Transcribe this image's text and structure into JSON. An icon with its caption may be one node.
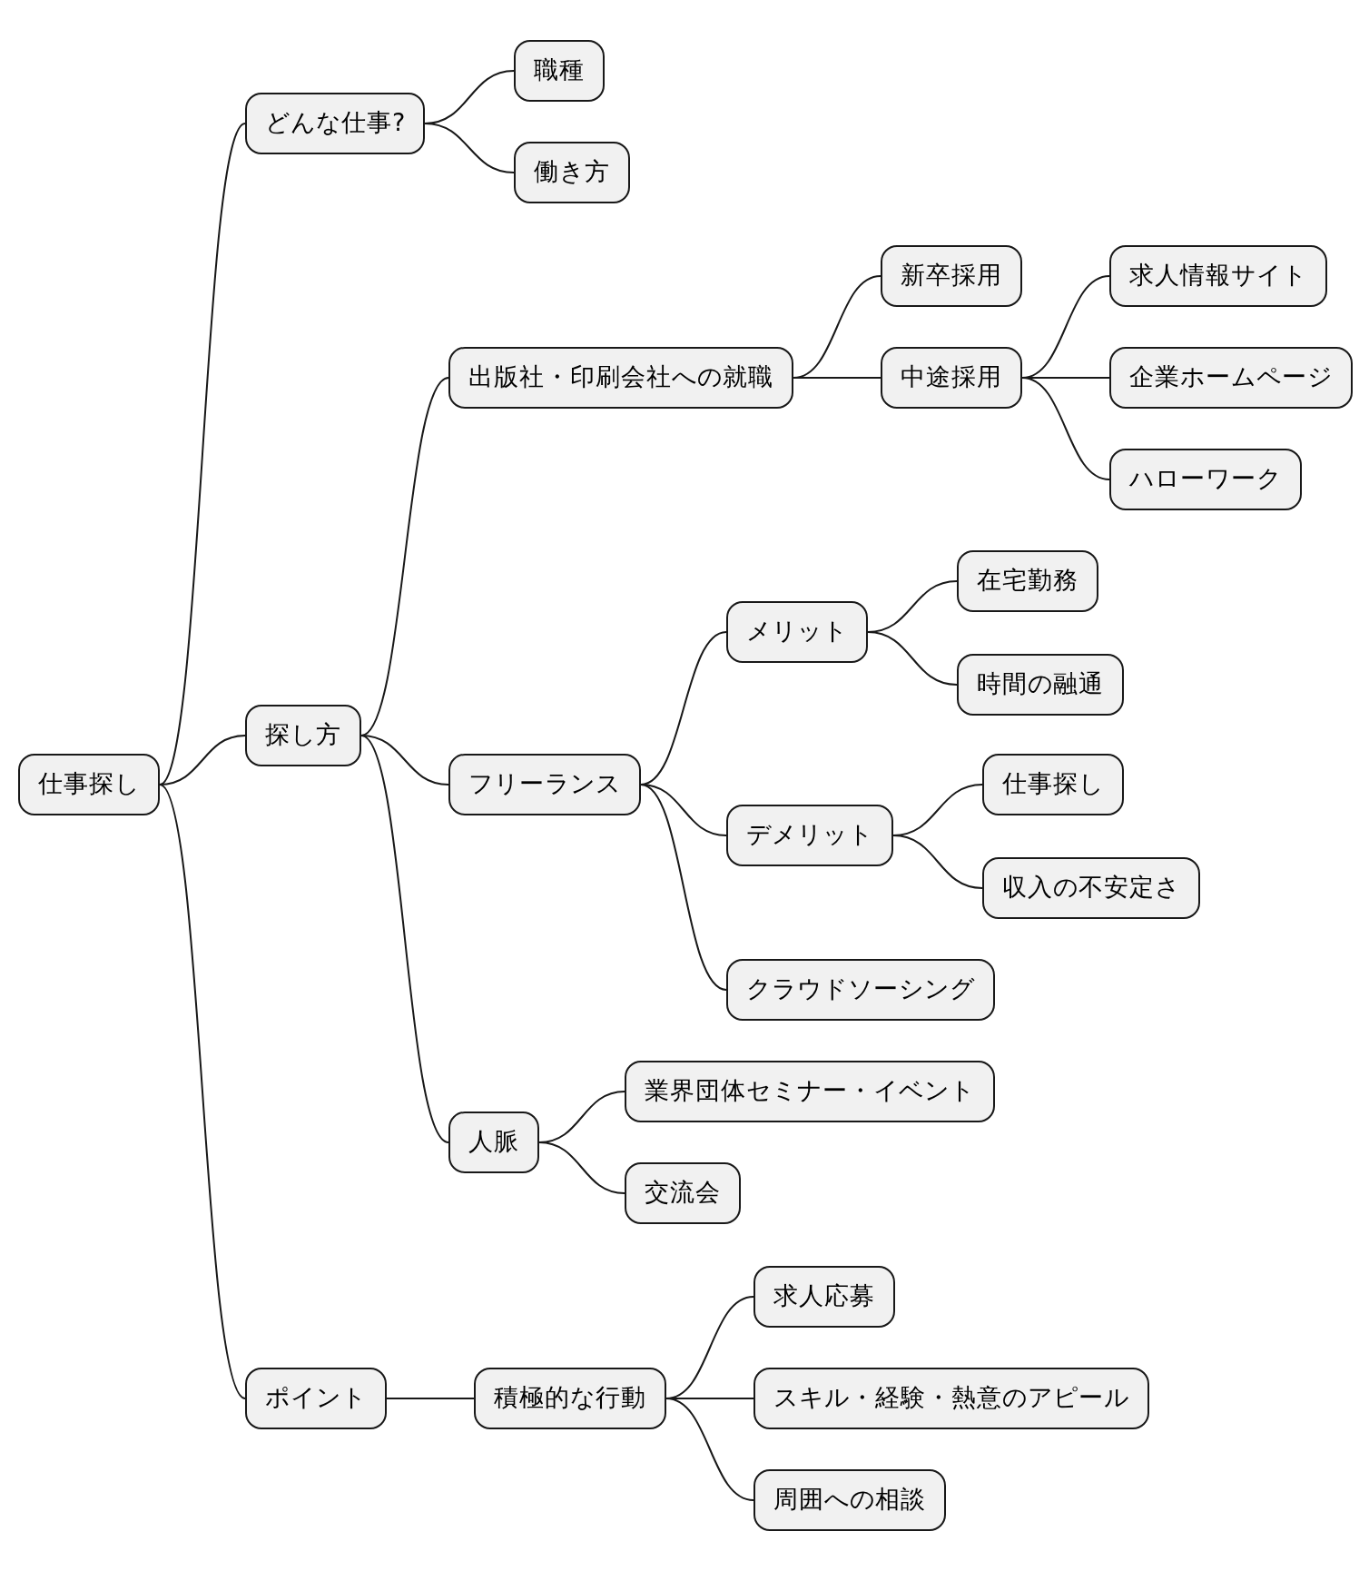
{
  "diagram": {
    "nodes": [
      {
        "text": [
          "仕事探し"
        ]
      },
      {
        "text": [
          "どんな仕事?"
        ]
      },
      {
        "text": [
          "職種"
        ]
      },
      {
        "text": [
          "働き方"
        ]
      },
      {
        "text": [
          "探し方"
        ]
      },
      {
        "text": [
          "出版社・印刷会社への就職"
        ]
      },
      {
        "text": [
          "新卒採用"
        ]
      },
      {
        "text": [
          "中途採用"
        ]
      },
      {
        "text": [
          "求人情報サイト"
        ]
      },
      {
        "text": [
          "企業ホームページ"
        ]
      },
      {
        "text": [
          "ハローワーク"
        ]
      },
      {
        "text": [
          "フリーランス"
        ]
      },
      {
        "text": [
          "メリット"
        ]
      },
      {
        "text": [
          "在宅勤務"
        ]
      },
      {
        "text": [
          "時間の融通"
        ]
      },
      {
        "text": [
          "デメリット"
        ]
      },
      {
        "text": [
          "仕事探し"
        ]
      },
      {
        "text": [
          "収入の不安定さ"
        ]
      },
      {
        "text": [
          "クラウドソーシング"
        ]
      },
      {
        "text": [
          "人脈"
        ]
      },
      {
        "text": [
          "業界団体セミナー・イベント"
        ]
      },
      {
        "text": [
          "交流会"
        ]
      },
      {
        "text": [
          "ポイント"
        ]
      },
      {
        "text": [
          "積極的な行動"
        ]
      },
      {
        "text": [
          "求人応募"
        ]
      },
      {
        "text": [
          "スキル・経験・熱意のアピール"
        ]
      },
      {
        "text": [
          "周囲への相談"
        ]
      }
    ],
    "edges": [
      {
        "from": 0,
        "to": 1,
        "arrow": "none"
      },
      {
        "from": 0,
        "to": 4,
        "arrow": "none"
      },
      {
        "from": 0,
        "to": 22,
        "arrow": "none"
      },
      {
        "from": 1,
        "to": 2,
        "arrow": "none"
      },
      {
        "from": 1,
        "to": 3,
        "arrow": "none"
      },
      {
        "from": 4,
        "to": 5,
        "arrow": "none"
      },
      {
        "from": 4,
        "to": 11,
        "arrow": "none"
      },
      {
        "from": 4,
        "to": 19,
        "arrow": "none"
      },
      {
        "from": 5,
        "to": 6,
        "arrow": "none"
      },
      {
        "from": 5,
        "to": 7,
        "arrow": "none"
      },
      {
        "from": 7,
        "to": 8,
        "arrow": "none"
      },
      {
        "from": 7,
        "to": 9,
        "arrow": "none"
      },
      {
        "from": 7,
        "to": 10,
        "arrow": "none"
      },
      {
        "from": 11,
        "to": 12,
        "arrow": "none"
      },
      {
        "from": 11,
        "to": 15,
        "arrow": "none"
      },
      {
        "from": 11,
        "to": 18,
        "arrow": "none"
      },
      {
        "from": 12,
        "to": 13,
        "arrow": "none"
      },
      {
        "from": 12,
        "to": 14,
        "arrow": "none"
      },
      {
        "from": 15,
        "to": 16,
        "arrow": "none"
      },
      {
        "from": 15,
        "to": 17,
        "arrow": "none"
      },
      {
        "from": 19,
        "to": 20,
        "arrow": "none"
      },
      {
        "from": 19,
        "to": 21,
        "arrow": "none"
      },
      {
        "from": 22,
        "to": 23,
        "arrow": "none"
      },
      {
        "from": 23,
        "to": 24,
        "arrow": "none"
      },
      {
        "from": 23,
        "to": 25,
        "arrow": "none"
      },
      {
        "from": 23,
        "to": 26,
        "arrow": "none"
      }
    ]
  }
}
